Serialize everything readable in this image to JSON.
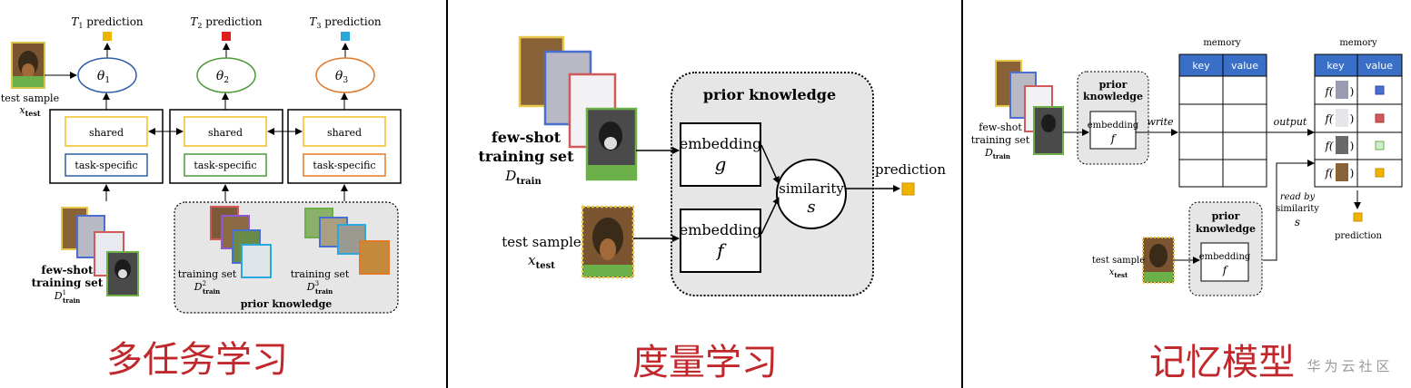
{
  "multitask": {
    "predictions": [
      {
        "sym": "T",
        "sub": "1",
        "rest": " prediction",
        "color": "#f0b400"
      },
      {
        "sym": "T",
        "sub": "2",
        "rest": " prediction",
        "color": "#e0201c"
      },
      {
        "sym": "T",
        "sub": "3",
        "rest": " prediction",
        "color": "#29a8e0"
      }
    ],
    "thetas": [
      {
        "sym": "θ",
        "sub": "1",
        "color": "#2f5fa8"
      },
      {
        "sym": "θ",
        "sub": "2",
        "color": "#4c9a3a"
      },
      {
        "sym": "θ",
        "sub": "3",
        "color": "#e07a2a"
      }
    ],
    "shared_label": "shared",
    "specific_label": "task-specific",
    "test_sample": {
      "line1": "test sample",
      "sym": "x",
      "sub": "test"
    },
    "fewshot": {
      "line1": "few-shot",
      "line2": "training set",
      "sym": "D",
      "sup": "1",
      "sub": "train"
    },
    "training_sets": [
      {
        "line1": "training set",
        "sym": "D",
        "sup": "2",
        "sub": "train"
      },
      {
        "line1": "training set",
        "sym": "D",
        "sup": "3",
        "sub": "train"
      }
    ],
    "prior_label": "prior knowledge",
    "caption": "多任务学习"
  },
  "metric": {
    "fewshot": {
      "line1": "few-shot",
      "line2": "training set",
      "sym": "D",
      "sub": "train"
    },
    "test_sample": {
      "line1": "test sample",
      "sym": "x",
      "sub": "test"
    },
    "prior_label": "prior knowledge",
    "embed_g": {
      "label": "embedding",
      "sym": "g"
    },
    "embed_f": {
      "label": "embedding",
      "sym": "f"
    },
    "similarity": {
      "label": "similarity",
      "sym": "s"
    },
    "prediction_label": "prediction",
    "caption": "度量学习"
  },
  "memory": {
    "fewshot": {
      "line1": "few-shot",
      "line2": "training set",
      "sym": "D",
      "sub": "train"
    },
    "prior1": {
      "line1": "prior",
      "line2": "knowledge",
      "embed": "embedding",
      "sym": "f"
    },
    "write_label": "write",
    "output_label": "output",
    "memory_title_left": "memory",
    "memory_title_right": "memory",
    "key_header": "key",
    "value_header": "value",
    "read_label": {
      "line1": "read by",
      "line2": "similarity",
      "sym": "s"
    },
    "prior2": {
      "line1": "prior",
      "line2": "knowledge",
      "embed": "embedding",
      "sym": "f"
    },
    "test_sample": {
      "line1": "test sample",
      "sym": "x",
      "sub": "test"
    },
    "key_entries": [
      "f(",
      "f(",
      "f(",
      "f("
    ],
    "key_close": ")",
    "value_colors": [
      "#4a6fd0",
      "#d05a5a",
      "#7ccf7c",
      "#f0b400"
    ],
    "prediction_label": "prediction",
    "caption": "记忆模型"
  },
  "watermark": "华为云社区",
  "colors": {
    "accent_blue": "#3a6fc8",
    "panel_gray": "#e6e6e6",
    "caption_red": "#c0282c"
  }
}
